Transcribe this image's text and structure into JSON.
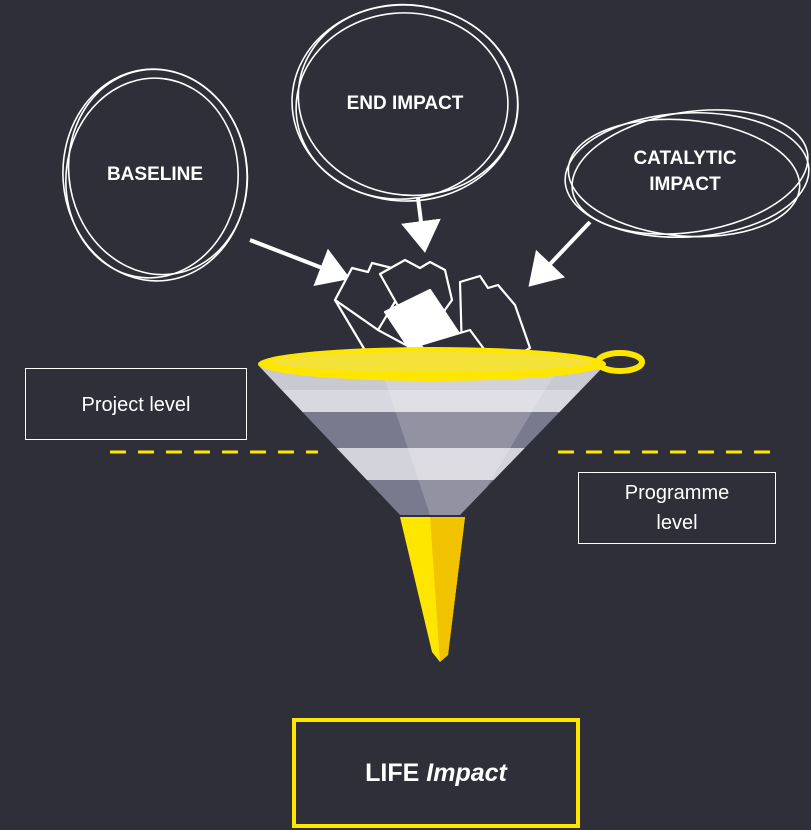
{
  "inputs": {
    "baseline": "BASELINE",
    "end_impact": "END IMPACT",
    "catalytic_line1": "CATALYTIC",
    "catalytic_line2": "IMPACT"
  },
  "levels": {
    "project": "Project level",
    "programme_line1": "Programme",
    "programme_line2": "level"
  },
  "result": {
    "prefix": "LIFE",
    "emphasis": "Impact"
  },
  "colors": {
    "background": "#2e2f38",
    "accent_yellow": "#ffe600",
    "funnel_light": "#c9c9d2",
    "funnel_dark": "#7a7a8f",
    "outline": "#ffffff"
  }
}
